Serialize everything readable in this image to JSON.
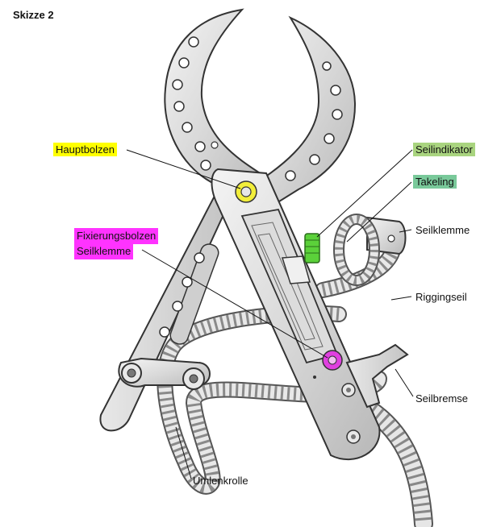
{
  "title": "Skizze 2",
  "labels": {
    "hauptbolzen": "Hauptbolzen",
    "fixierung_line1": "Fixierungsbolzen",
    "fixierung_line2": "Seilklemme",
    "seilindikator": "Seilindikator",
    "takeling": "Takeling",
    "seilklemme": "Seilklemme",
    "riggingseil": "Riggingseil",
    "seilbremse": "Seilbremse",
    "umlenkrolle": "Umlenkrolle"
  },
  "colors": {
    "highlight_yellow": "#ffff00",
    "highlight_green": "#a9d47f",
    "highlight_teal": "#79c99a",
    "highlight_magenta": "#ff33ff",
    "bolt_yellow": "#f2ee3a",
    "bolt_magenta": "#e040e0",
    "indicator_green": "#5bd13a"
  }
}
